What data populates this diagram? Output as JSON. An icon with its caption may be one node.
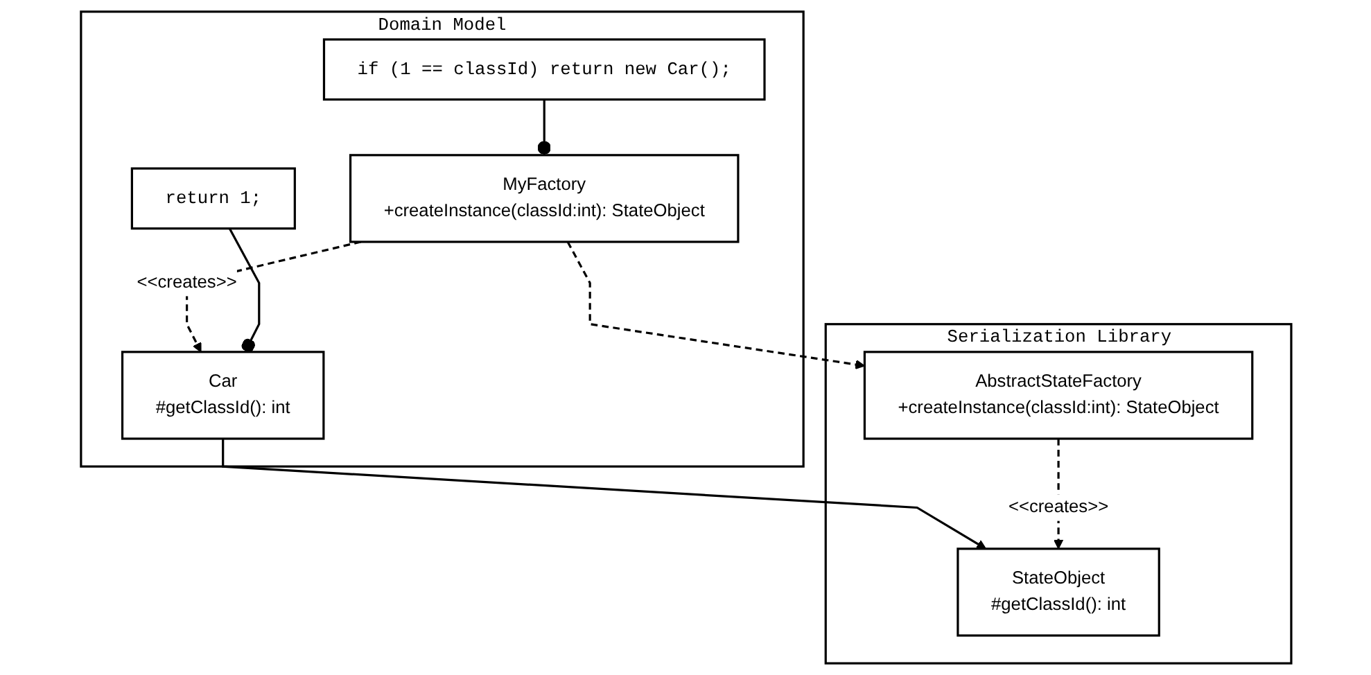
{
  "diagram": {
    "nodes": [
      {
        "text": [
          "Domain Model"
        ]
      },
      {
        "text": [
          "return 1;"
        ],
        "in": 0
      },
      {
        "text": [
          "if (1 == classId) return new Car();"
        ],
        "in": 0
      },
      {
        "text": [
          "Car",
          "#getClassId(): int"
        ],
        "in": 0
      },
      {
        "text": [
          "MyFactory",
          "+createInstance(classId:int): StateObject"
        ],
        "in": 0
      },
      {
        "text": [
          "Serialization Library"
        ]
      },
      {
        "text": [
          "StateObject",
          "#getClassId(): int"
        ],
        "in": 5
      },
      {
        "text": [
          "AbstractStateFactory",
          "+createInstance(classId:int): StateObject"
        ],
        "in": 5
      }
    ],
    "edges": [
      {
        "from": 4,
        "to": 3,
        "arrow": "to",
        "style": "dashed",
        "label": "<<creates>>"
      },
      {
        "from": 1,
        "to": 3,
        "arrow": "other"
      },
      {
        "from": 2,
        "to": 4,
        "arrow": "other"
      },
      {
        "from": 3,
        "to": 6,
        "arrow": "to"
      },
      {
        "from": 4,
        "to": 7,
        "arrow": "to",
        "style": "dashed"
      },
      {
        "from": 7,
        "to": 6,
        "arrow": "to",
        "style": "dashed",
        "label": "<<creates>>"
      }
    ]
  }
}
